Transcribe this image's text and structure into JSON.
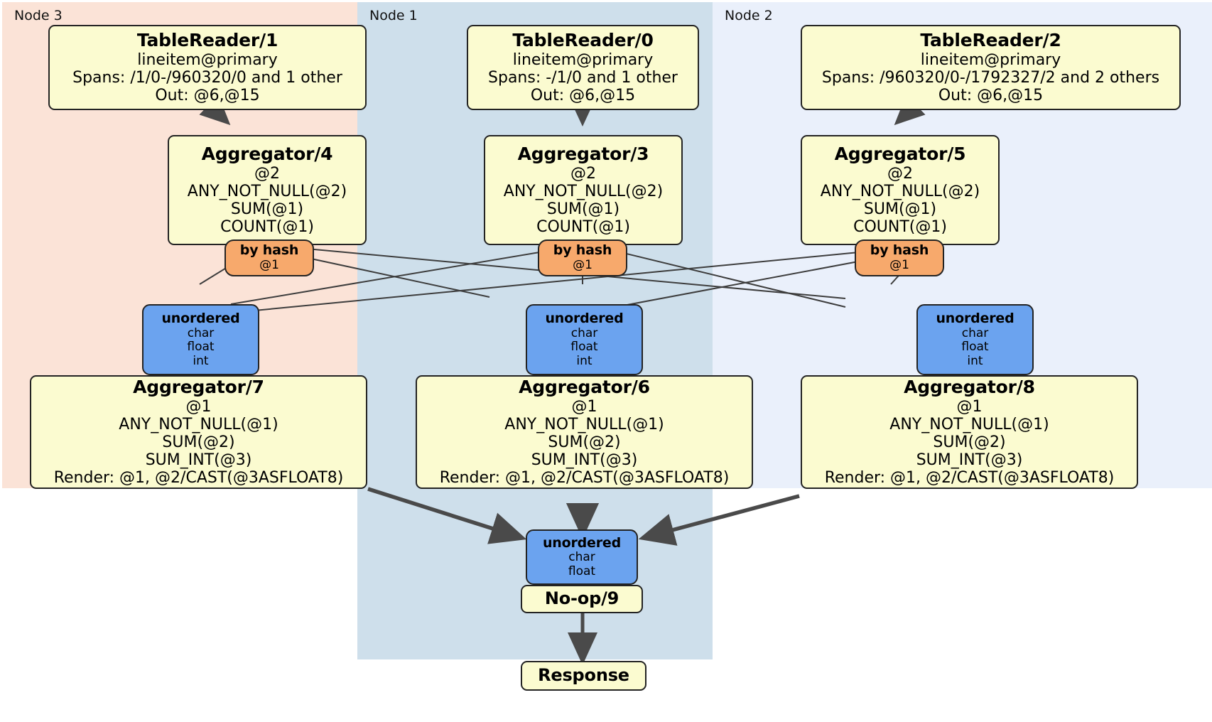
{
  "diagram": {
    "type": "distributed-query-plan",
    "colors": {
      "node3_bg": "#fbe3d7",
      "node1_bg": "#cedfeb",
      "node2_bg": "#eaf0fb",
      "processor_fill": "#fbfbd0",
      "router_fill": "#f7a96c",
      "receiver_fill": "#6ba3ef",
      "border": "#232323",
      "edge_thin": "#3d3d3d",
      "edge_thick": "#4a4a4a"
    }
  },
  "clusters": [
    {
      "id": "node3",
      "label": "Node 3"
    },
    {
      "id": "node1",
      "label": "Node 1"
    },
    {
      "id": "node2",
      "label": "Node 2"
    }
  ],
  "nodes": {
    "tablereader_1": {
      "title": "TableReader/1",
      "lines": [
        "lineitem@primary",
        "Spans: /1/0-/960320/0 and 1 other",
        "Out: @6,@15"
      ]
    },
    "tablereader_0": {
      "title": "TableReader/0",
      "lines": [
        "lineitem@primary",
        "Spans: -/1/0 and 1 other",
        "Out: @6,@15"
      ]
    },
    "tablereader_2": {
      "title": "TableReader/2",
      "lines": [
        "lineitem@primary",
        "Spans: /960320/0-/1792327/2 and 2 others",
        "Out: @6,@15"
      ]
    },
    "aggregator_4": {
      "title": "Aggregator/4",
      "lines": [
        "@2",
        "ANY_NOT_NULL(@2)",
        "SUM(@1)",
        "COUNT(@1)"
      ]
    },
    "aggregator_3": {
      "title": "Aggregator/3",
      "lines": [
        "@2",
        "ANY_NOT_NULL(@2)",
        "SUM(@1)",
        "COUNT(@1)"
      ]
    },
    "aggregator_5": {
      "title": "Aggregator/5",
      "lines": [
        "@2",
        "ANY_NOT_NULL(@2)",
        "SUM(@1)",
        "COUNT(@1)"
      ]
    },
    "router_left": {
      "title": "by hash",
      "lines": [
        "@1"
      ]
    },
    "router_center": {
      "title": "by hash",
      "lines": [
        "@1"
      ]
    },
    "router_right": {
      "title": "by hash",
      "lines": [
        "@1"
      ]
    },
    "receiver_left": {
      "title": "unordered",
      "lines": [
        "char",
        "float",
        "int"
      ]
    },
    "receiver_center": {
      "title": "unordered",
      "lines": [
        "char",
        "float",
        "int"
      ]
    },
    "receiver_right": {
      "title": "unordered",
      "lines": [
        "char",
        "float",
        "int"
      ]
    },
    "aggregator_7": {
      "title": "Aggregator/7",
      "lines": [
        "@1",
        "ANY_NOT_NULL(@1)",
        "SUM(@2)",
        "SUM_INT(@3)",
        "Render: @1, @2/CAST(@3ASFLOAT8)"
      ]
    },
    "aggregator_6": {
      "title": "Aggregator/6",
      "lines": [
        "@1",
        "ANY_NOT_NULL(@1)",
        "SUM(@2)",
        "SUM_INT(@3)",
        "Render: @1, @2/CAST(@3ASFLOAT8)"
      ]
    },
    "aggregator_8": {
      "title": "Aggregator/8",
      "lines": [
        "@1",
        "ANY_NOT_NULL(@1)",
        "SUM(@2)",
        "SUM_INT(@3)",
        "Render: @1, @2/CAST(@3ASFLOAT8)"
      ]
    },
    "receiver_final": {
      "title": "unordered",
      "lines": [
        "char",
        "float"
      ]
    },
    "noop_9": {
      "title": "No-op/9",
      "lines": []
    },
    "response": {
      "title": "Response",
      "lines": []
    }
  }
}
